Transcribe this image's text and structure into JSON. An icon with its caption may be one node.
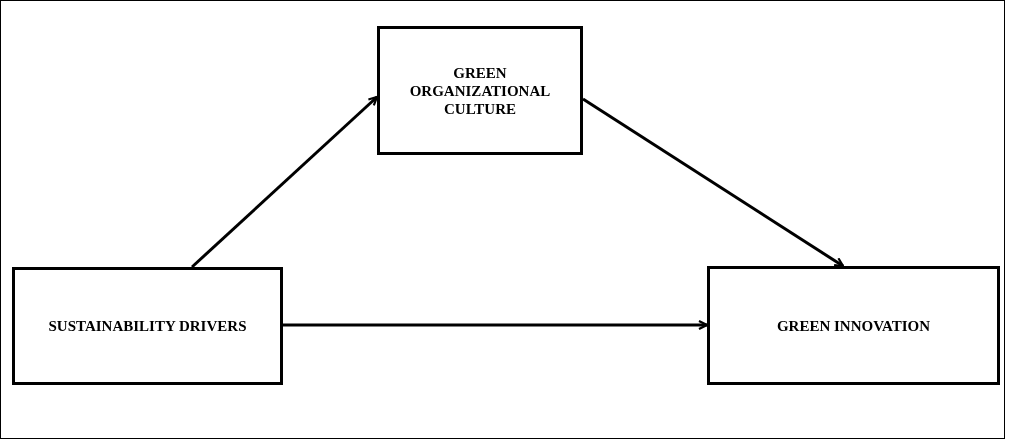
{
  "diagram": {
    "nodes": [
      {
        "text": [
          "SUSTAINABILITY DRIVERS"
        ]
      },
      {
        "text": [
          "GREEN ORGANIZATIONAL CULTURE"
        ]
      },
      {
        "text": [
          "GREEN INNOVATION"
        ]
      }
    ],
    "edges": [
      {
        "from": 0,
        "to": 1,
        "arrow": "to"
      },
      {
        "from": 1,
        "to": 2,
        "arrow": "to"
      },
      {
        "from": 0,
        "to": 2,
        "arrow": "to"
      }
    ]
  }
}
